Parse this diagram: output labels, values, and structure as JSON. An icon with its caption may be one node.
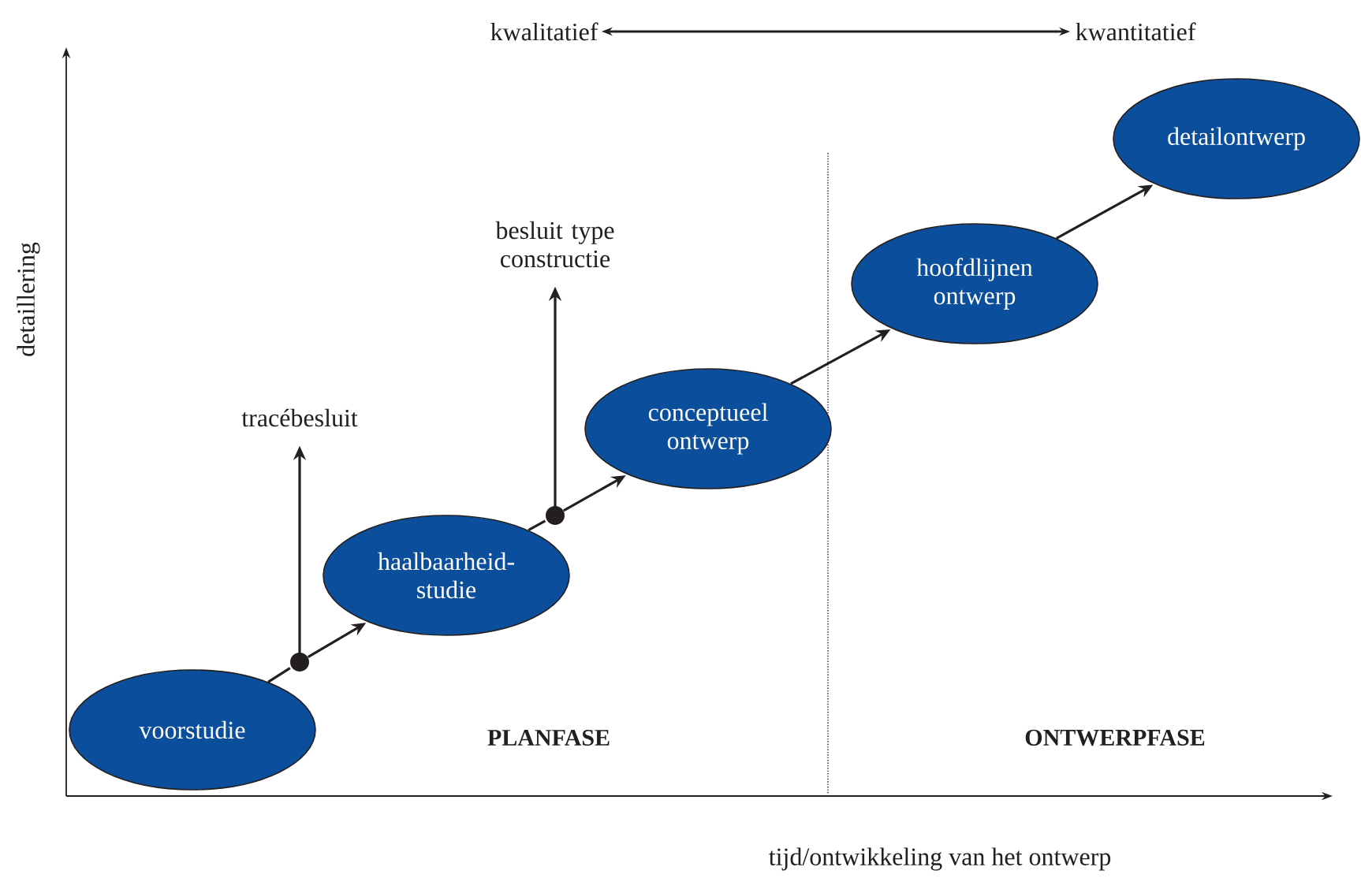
{
  "diagram": {
    "nodes": [
      {
        "text": [
          "kwalitatief"
        ]
      },
      {
        "text": [
          "kwantitatief"
        ]
      },
      {
        "text": [
          "voorstudie"
        ]
      },
      {
        "text": [
          "haalbaarheid- studie"
        ]
      },
      {
        "text": [
          "conceptueel ontwerp"
        ]
      },
      {
        "text": [
          "hoofdlijnen ontwerp"
        ]
      },
      {
        "text": [
          "detailontwerp"
        ]
      },
      {
        "text": [
          "tracébesluit"
        ]
      },
      {
        "text": [
          "besluit type constructie"
        ]
      },
      {
        "text": [],
        "shape": "circle"
      },
      {
        "text": [],
        "shape": "circle"
      }
    ],
    "edges": [
      {
        "from": 0,
        "to": 1,
        "arrow": "both"
      },
      {
        "from": 2,
        "to": 9,
        "arrow": "none"
      },
      {
        "from": 9,
        "to": 3,
        "arrow": "to"
      },
      {
        "from": 9,
        "to": 7,
        "arrow": "to"
      },
      {
        "from": 3,
        "to": 10,
        "arrow": "none"
      },
      {
        "from": 10,
        "to": 4,
        "arrow": "to"
      },
      {
        "from": 10,
        "to": 8,
        "arrow": "to"
      },
      {
        "from": 4,
        "to": 5,
        "arrow": "to"
      },
      {
        "from": 5,
        "to": 6,
        "arrow": "to"
      }
    ],
    "labels": [
      "detaillering",
      "PLANFASE",
      "ONTWERPFASE",
      "tijd/ontwikkeling van het ontwerp"
    ]
  }
}
